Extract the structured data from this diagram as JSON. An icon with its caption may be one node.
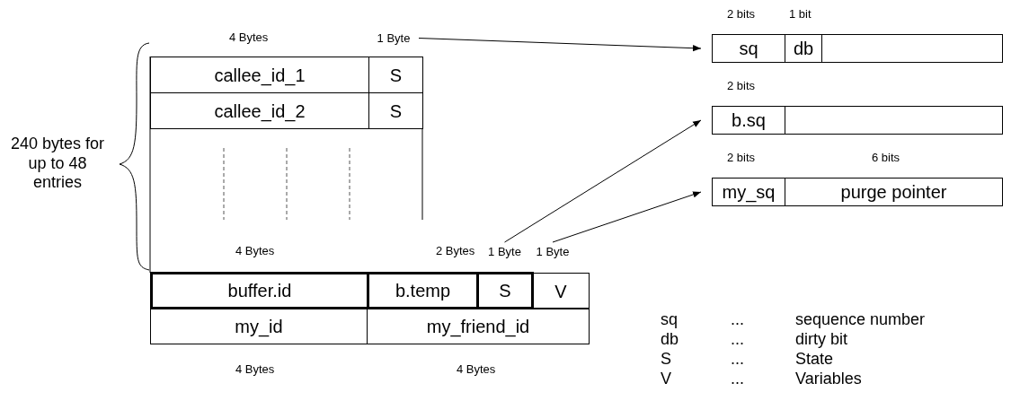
{
  "diagram": {
    "nodes": [
      {
        "text": [
          "1 Byte"
        ]
      },
      {
        "text": [
          "sq"
        ]
      },
      {
        "text": [
          "db"
        ]
      },
      {
        "text": [],
        "shape": "box"
      },
      {
        "text": [
          "b.sq"
        ]
      },
      {
        "text": [],
        "shape": "box"
      },
      {
        "text": [
          "my_sq"
        ]
      },
      {
        "text": [
          "purge pointer"
        ]
      },
      {
        "text": [
          "callee_id_1"
        ]
      },
      {
        "text": [
          "S"
        ]
      },
      {
        "text": [
          "callee_id_2"
        ]
      },
      {
        "text": [
          "S"
        ]
      },
      {
        "text": [
          "buffer.id"
        ]
      },
      {
        "text": [
          "b.temp"
        ]
      },
      {
        "text": [
          "S"
        ]
      },
      {
        "text": [
          "V"
        ]
      },
      {
        "text": [
          "my_id"
        ]
      },
      {
        "text": [
          "my_friend_id"
        ]
      },
      {
        "text": [
          "1 Byte"
        ]
      },
      {
        "text": [
          "1 Byte"
        ]
      }
    ],
    "edges": [
      {
        "from": 0,
        "to": 1,
        "arrow": "to"
      },
      {
        "from": 18,
        "to": 4,
        "arrow": "to"
      },
      {
        "from": 19,
        "to": 6,
        "arrow": "to"
      }
    ],
    "labels": [
      "2 bits",
      "1 bit",
      "4 Bytes",
      "2 bits",
      "240 bytes for up to 48 entries",
      "2 bits",
      "6 bits",
      "4 Bytes",
      "2 Bytes",
      "sq",
      "...",
      "sequence number",
      "db",
      "...",
      "dirty bit",
      "4 Bytes",
      "4 Bytes",
      "S",
      "...",
      "State",
      "V",
      "...",
      "Variables"
    ]
  }
}
